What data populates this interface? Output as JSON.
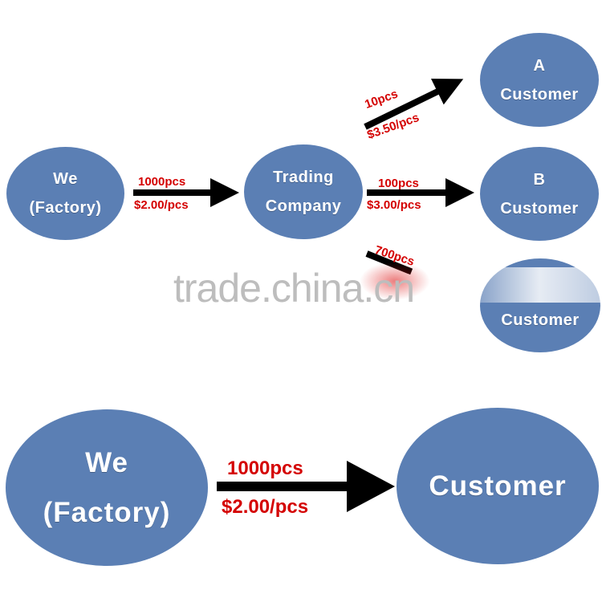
{
  "nodes": {
    "factory_top": {
      "line1": "We",
      "line2": "(Factory)"
    },
    "trading": {
      "line1": "Trading",
      "line2": "Company"
    },
    "customer_a": {
      "line1": "A",
      "line2": "Customer"
    },
    "customer_b": {
      "line1": "B",
      "line2": "Customer"
    },
    "customer_c": {
      "line2": "Customer"
    },
    "factory_bottom": {
      "line1": "We",
      "line2": "(Factory)"
    },
    "customer_bottom": {
      "line1": "Customer"
    }
  },
  "flows": {
    "factory_to_trading": {
      "qty": "1000pcs",
      "price": "$2.00/pcs"
    },
    "trading_to_a": {
      "qty": "10pcs",
      "price": "$3.50/pcs"
    },
    "trading_to_b": {
      "qty": "100pcs",
      "price": "$3.00/pcs"
    },
    "trading_to_c": {
      "qty": "700pcs"
    },
    "factory_to_customer": {
      "qty": "1000pcs",
      "price": "$2.00/pcs"
    }
  },
  "watermark": "trade.china.cn",
  "colors": {
    "node": "#5b7fb4",
    "label": "#d40000",
    "arrow": "#000000",
    "watermark": "#bdbdbd"
  }
}
